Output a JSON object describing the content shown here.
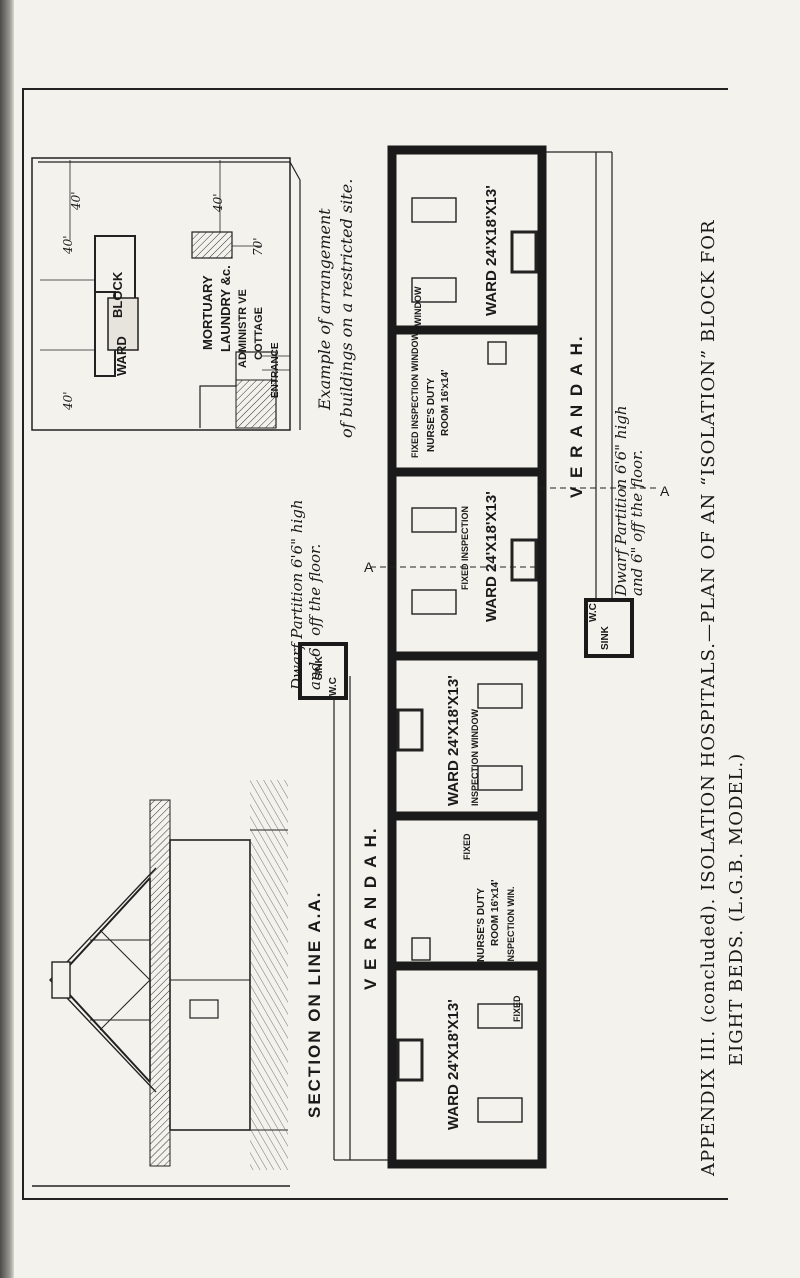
{
  "caption": {
    "line1": "APPENDIX III. (concluded). ISOLATION HOSPITALS.—PLAN OF AN “ISOLATION” BLOCK FOR",
    "line2": "EIGHT BEDS. (L.G.B. MODEL.)"
  },
  "site_plan": {
    "block": "BLOCK",
    "ward": "WARD",
    "mortuary": "MORTUARY",
    "laundry": "LAUNDRY &c.",
    "administrative": "ADMINISTR VE",
    "cottage": "COTTAGE",
    "entrance": "ENTRANCE",
    "dim_40a": "40'",
    "dim_40b": "40'",
    "dim_40c": "40'",
    "dim_40d": "40'",
    "dim_70": "70'",
    "caption1": "Example of arrangement",
    "caption2": "of buildings on a restricted site."
  },
  "section": {
    "title": "SECTION ON LINE A.A."
  },
  "plan": {
    "verandah": "V E R A N D A H.",
    "wards": [
      "WARD 24'X18'X13'",
      "WARD 24'X18'X13'",
      "WARD 24'X18'X13'",
      "WARD 24'X18'X13'"
    ],
    "window": "WINDOW",
    "fixed_inspection_window": "FIXED INSPECTION WINDOW",
    "fixed_inspection": "FIXED INSPECTION",
    "inspection_window": "INSPECTION WINDOW",
    "fixed": "FIXED",
    "inspection_win": "INSPECTION WIN.",
    "nurses_duty_room": "NURSE'S DUTY",
    "room_size": "ROOM 16'x14'",
    "sink": "SINK",
    "wc": "W.C",
    "line_a": "A",
    "partition1": "Dwarf Partition 6'6\" high",
    "partition2": "and 6\" off the floor."
  },
  "colors": {
    "ink": "#1a1a1a",
    "paper": "#f4f2ec",
    "wall": "#2a2a2a"
  }
}
